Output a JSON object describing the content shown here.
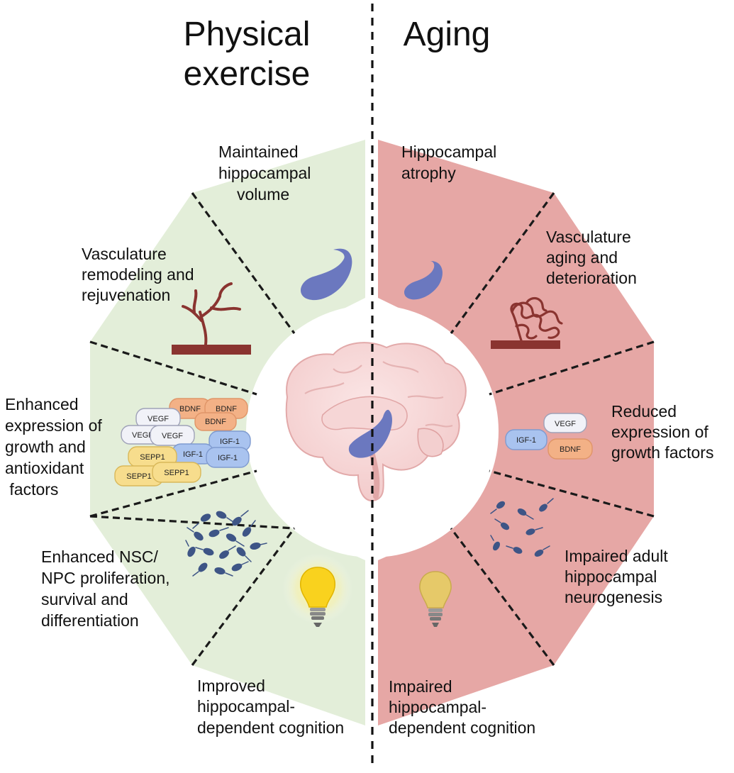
{
  "titles": {
    "left": [
      "Physical",
      "exercise"
    ],
    "right": [
      "Aging"
    ]
  },
  "exercise": {
    "hippocampal_volume": [
      "Maintained",
      "hippocampal",
      "volume"
    ],
    "vasculature": [
      "Vasculature",
      "remodeling and",
      "rejuvenation"
    ],
    "growth_factors": [
      "Enhanced",
      "expression of",
      "growth and",
      "antioxidant",
      " factors"
    ],
    "neurogenesis": [
      "Enhanced NSC/",
      "NPC proliferation,",
      "survival and",
      "differentiation"
    ],
    "cognition": [
      "Improved",
      "hippocampal-",
      "dependent cognition"
    ]
  },
  "aging": {
    "hippocampal_volume": [
      "Hippocampal",
      "atrophy"
    ],
    "vasculature": [
      "Vasculature",
      "aging and",
      "deterioration"
    ],
    "growth_factors": [
      "Reduced",
      "expression of",
      "growth factors"
    ],
    "neurogenesis": [
      "Impaired adult",
      "hippocampal",
      "neurogenesis"
    ],
    "cognition": [
      "Impaired",
      "hippocampal-",
      "dependent cognition"
    ]
  },
  "factor_pills": {
    "exercise": [
      {
        "label": "BDNF",
        "kind": "bdnf"
      },
      {
        "label": "BDNF",
        "kind": "bdnf"
      },
      {
        "label": "BDNF",
        "kind": "bdnf"
      },
      {
        "label": "VEGF",
        "kind": "vegf"
      },
      {
        "label": "VEGF",
        "kind": "vegf"
      },
      {
        "label": "VEGF",
        "kind": "vegf"
      },
      {
        "label": "IGF-1",
        "kind": "igf"
      },
      {
        "label": "IGF-1",
        "kind": "igf"
      },
      {
        "label": "IGF-1",
        "kind": "igf"
      },
      {
        "label": "SEPP1",
        "kind": "sepp"
      },
      {
        "label": "SEPP1",
        "kind": "sepp"
      },
      {
        "label": "SEPP1",
        "kind": "sepp"
      }
    ],
    "aging": [
      {
        "label": "VEGF",
        "kind": "vegf"
      },
      {
        "label": "IGF-1",
        "kind": "igf"
      },
      {
        "label": "BDNF",
        "kind": "bdnf"
      }
    ]
  },
  "colors": {
    "exercise_bg": "#e3eed9",
    "aging_bg": "#e6a7a5",
    "hippocampus": "#6b78bf",
    "vessel": "#8a3430",
    "bdnf": "#f3b186",
    "vegf": "#f1f2f8",
    "igf": "#a9c3ef",
    "sepp": "#f7dd8d",
    "bulb_bright": "#f9d21e",
    "bulb_dim": "#e6c969",
    "cell": "#3e5586"
  }
}
